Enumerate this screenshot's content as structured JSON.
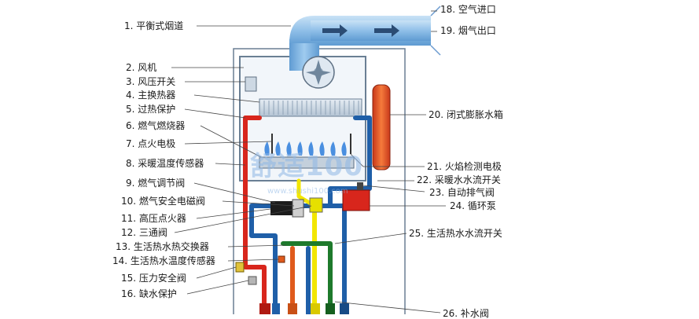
{
  "labels_left": [
    {
      "id": "1",
      "text": "1. 平衡式烟道"
    },
    {
      "id": "2",
      "text": "2. 风机"
    },
    {
      "id": "3",
      "text": "3. 风压开关"
    },
    {
      "id": "4",
      "text": "4. 主换热器"
    },
    {
      "id": "5",
      "text": "5. 过热保护"
    },
    {
      "id": "6",
      "text": "6. 燃气燃烧器"
    },
    {
      "id": "7",
      "text": "7. 点火电极"
    },
    {
      "id": "8",
      "text": "8. 采暖温度传感器"
    },
    {
      "id": "9",
      "text": "9. 燃气调节阀"
    },
    {
      "id": "10",
      "text": "10. 燃气安全电磁阀"
    },
    {
      "id": "11",
      "text": "11. 高压点火器"
    },
    {
      "id": "12",
      "text": "12. 三通阀"
    },
    {
      "id": "13",
      "text": "13. 生活热水热交换器"
    },
    {
      "id": "14",
      "text": "14. 生活热水温度传感器"
    },
    {
      "id": "15",
      "text": "15. 压力安全阀"
    },
    {
      "id": "16",
      "text": "16. 缺水保护"
    }
  ],
  "labels_right": [
    {
      "id": "18",
      "text": "18. 空气进口"
    },
    {
      "id": "19",
      "text": "19. 烟气出口"
    },
    {
      "id": "20",
      "text": "20. 闭式膨胀水箱"
    },
    {
      "id": "21",
      "text": "21. 火焰检测电极"
    },
    {
      "id": "22",
      "text": "22. 采暖水水流开关"
    },
    {
      "id": "23",
      "text": "23. 自动排气阀"
    },
    {
      "id": "24",
      "text": "24. 循环泵"
    },
    {
      "id": "25",
      "text": "25. 生活热水水流开关"
    },
    {
      "id": "26",
      "text": "26. 补水阀"
    }
  ],
  "watermark": {
    "logo_text": "舒适100",
    "url_text": "www.shushi100.com"
  },
  "colors": {
    "pipe_blue": "#1f5fa8",
    "pipe_red": "#d8261c",
    "pipe_yellow": "#f2e600",
    "pipe_green": "#1e7a2c",
    "flue": "#93c2ea",
    "expansion_tank": "#e8502a",
    "flame": "#4a8fe0"
  }
}
